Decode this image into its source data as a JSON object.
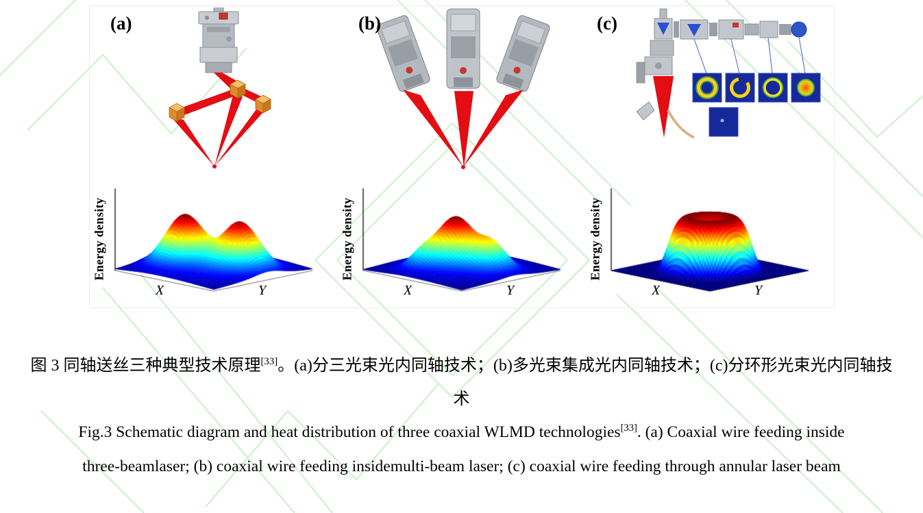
{
  "figure": {
    "panels": [
      {
        "label": "(a)",
        "schematic": "coaxial-wire-feeding-inside-three-beam-laser-head"
      },
      {
        "label": "(b)",
        "schematic": "multi-beam-integrated-coaxial-laser-head"
      },
      {
        "label": "(c)",
        "schematic": "annular-beam-coaxial-laser-head-with-beam-profile-insets"
      }
    ]
  },
  "chart_data": [
    {
      "type": "heatmap",
      "kind_note": "3D surface plot (MATLAB-style surf, jet colormap), two-peak energy density",
      "title": "Energy density distribution - three-beam coaxial laser",
      "xlabel": "X",
      "ylabel": "Y",
      "zlabel": "Energy density",
      "colormap": "jet",
      "grid": false,
      "surface": {
        "kind": "gaussian-peaks",
        "domain": {
          "x": [
            -1,
            1
          ],
          "y": [
            -1,
            1
          ]
        },
        "peaks": [
          {
            "x": -0.42,
            "y": 0.18,
            "sigma": 0.27,
            "amp": 1.0
          },
          {
            "x": 0.42,
            "y": -0.12,
            "sigma": 0.27,
            "amp": 0.95
          },
          {
            "x": 0.0,
            "y": 0.0,
            "sigma": 0.75,
            "amp": 0.22
          }
        ]
      }
    },
    {
      "type": "heatmap",
      "kind_note": "3D surface plot (MATLAB-style surf, jet colormap), one tall peak + two smaller peaks",
      "title": "Energy density distribution - multi-beam integrated coaxial laser",
      "xlabel": "X",
      "ylabel": "Y",
      "zlabel": "Energy density",
      "colormap": "jet",
      "grid": false,
      "surface": {
        "kind": "gaussian-peaks",
        "domain": {
          "x": [
            -1,
            1
          ],
          "y": [
            -1,
            1
          ]
        },
        "peaks": [
          {
            "x": -0.08,
            "y": 0.05,
            "sigma": 0.26,
            "amp": 1.05
          },
          {
            "x": 0.5,
            "y": -0.08,
            "sigma": 0.22,
            "amp": 0.62
          },
          {
            "x": -0.3,
            "y": 0.5,
            "sigma": 0.18,
            "amp": 0.34
          },
          {
            "x": 0.0,
            "y": 0.0,
            "sigma": 0.7,
            "amp": 0.2
          }
        ]
      }
    },
    {
      "type": "heatmap",
      "kind_note": "3D surface plot (MATLAB-style surf, jet colormap), annular flat-top with central crater",
      "title": "Energy density distribution - annular laser beam",
      "xlabel": "X",
      "ylabel": "Y",
      "zlabel": "Energy density",
      "colormap": "jet",
      "grid": false,
      "surface": {
        "kind": "flat-top-crater",
        "domain": {
          "x": [
            -1,
            1
          ],
          "y": [
            -1,
            1
          ]
        },
        "amp": 1.0,
        "width": 0.62,
        "flatness": 6,
        "crater_depth": 0.18,
        "crater_sigma": 0.22
      }
    }
  ],
  "captions": {
    "chinese": {
      "text_before_ref": "图 3 同轴送丝三种典型技术原理",
      "reference": "[33]",
      "text_after_ref": "。(a)分三光束光内同轴技术；(b)多光束集成光内同轴技术；(c)分环形光束光内同轴技术"
    },
    "english": {
      "text_before_ref": "Fig.3 Schematic diagram and heat distribution of three coaxial WLMD technologies",
      "reference": "[33]",
      "text_after_ref": ". (a) Coaxial wire feeding inside three-beamlaser; (b) coaxial wire feeding insidemulti-beam laser; (c) coaxial wire feeding through annular laser beam"
    }
  },
  "colors": {
    "laser_beam_red": "#e30e13",
    "mirror_orange": "#f0a04a",
    "watermark_green": "#9fe49f",
    "beam_profile_background_blue": "#16299b",
    "beam_profile_ring_yellow": "#f6d316"
  }
}
